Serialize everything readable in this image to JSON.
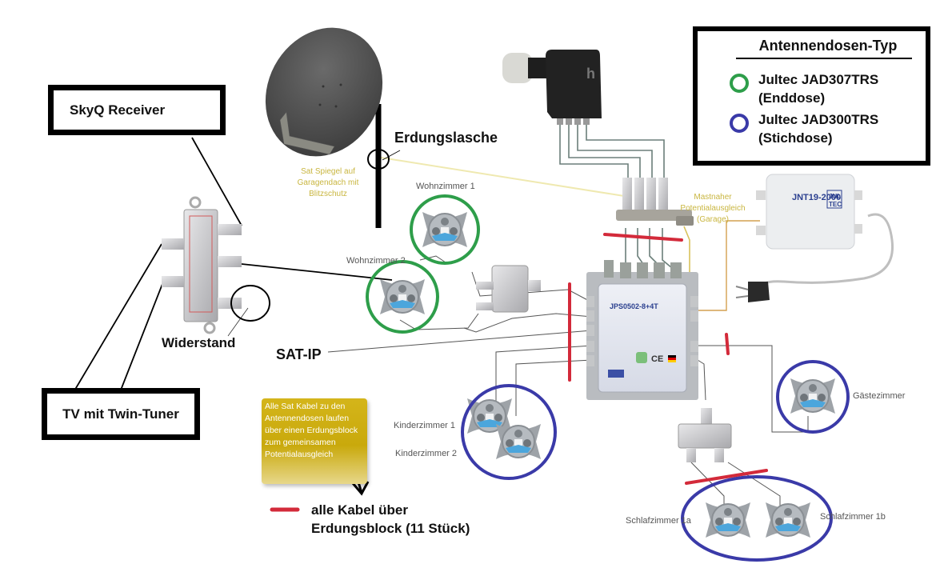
{
  "legend": {
    "title": "Antennendosen-Typ",
    "items": [
      {
        "name": "Jultec JAD307TRS",
        "type": "(Enddose)",
        "color": "#2e9e4a"
      },
      {
        "name": "Jultec JAD300TRS",
        "type": "(Stichdose)",
        "color": "#3a3aa8"
      }
    ]
  },
  "devices": {
    "skyq": "SkyQ Receiver",
    "tv": "TV mit Twin-Tuner",
    "widerstand": "Widerstand",
    "satip": "SAT-IP",
    "erdungslasche": "Erdungslasche",
    "dish_caption": [
      "Sat Spiegel auf",
      "Garagendach mit",
      "Blitzschutz"
    ],
    "potential_caption": [
      "Mastnaher",
      "Potentialausgleich",
      "(Garage)"
    ],
    "multiswitch_model": "JPS0502-8+4T",
    "psu_model": "JNT19-2000",
    "psu_brand": [
      "JUL",
      "TEC"
    ],
    "lnb_logo": "h"
  },
  "rooms": {
    "wohnzimmer1": "Wohnzimmer 1",
    "wohnzimmer2": "Wohnzimmer 2",
    "kinderzimmer1": "Kinderzimmer 1",
    "kinderzimmer2": "Kinderzimmer 2",
    "gaestezimmer": "Gästezimmer",
    "schlafzimmer1a": "Schlafzimmer 1a",
    "schlafzimmer1b": "Schlafzimmer 1b"
  },
  "note": "Alle Sat Kabel zu den Antennendosen laufen über einen Erdungsblock zum gemeinsamen Potentialausgleich",
  "ground_legend": {
    "line1": "alle Kabel über",
    "line2": "Erdungsblock (11 Stück)",
    "color": "#d32a3a"
  },
  "colors": {
    "enddose_ring": "#2e9e4a",
    "stichdose_ring": "#3a3aa8",
    "ground_mark": "#d32a3a",
    "ground_wire": "#e8e2a0",
    "potential_wire": "#d4a050"
  }
}
